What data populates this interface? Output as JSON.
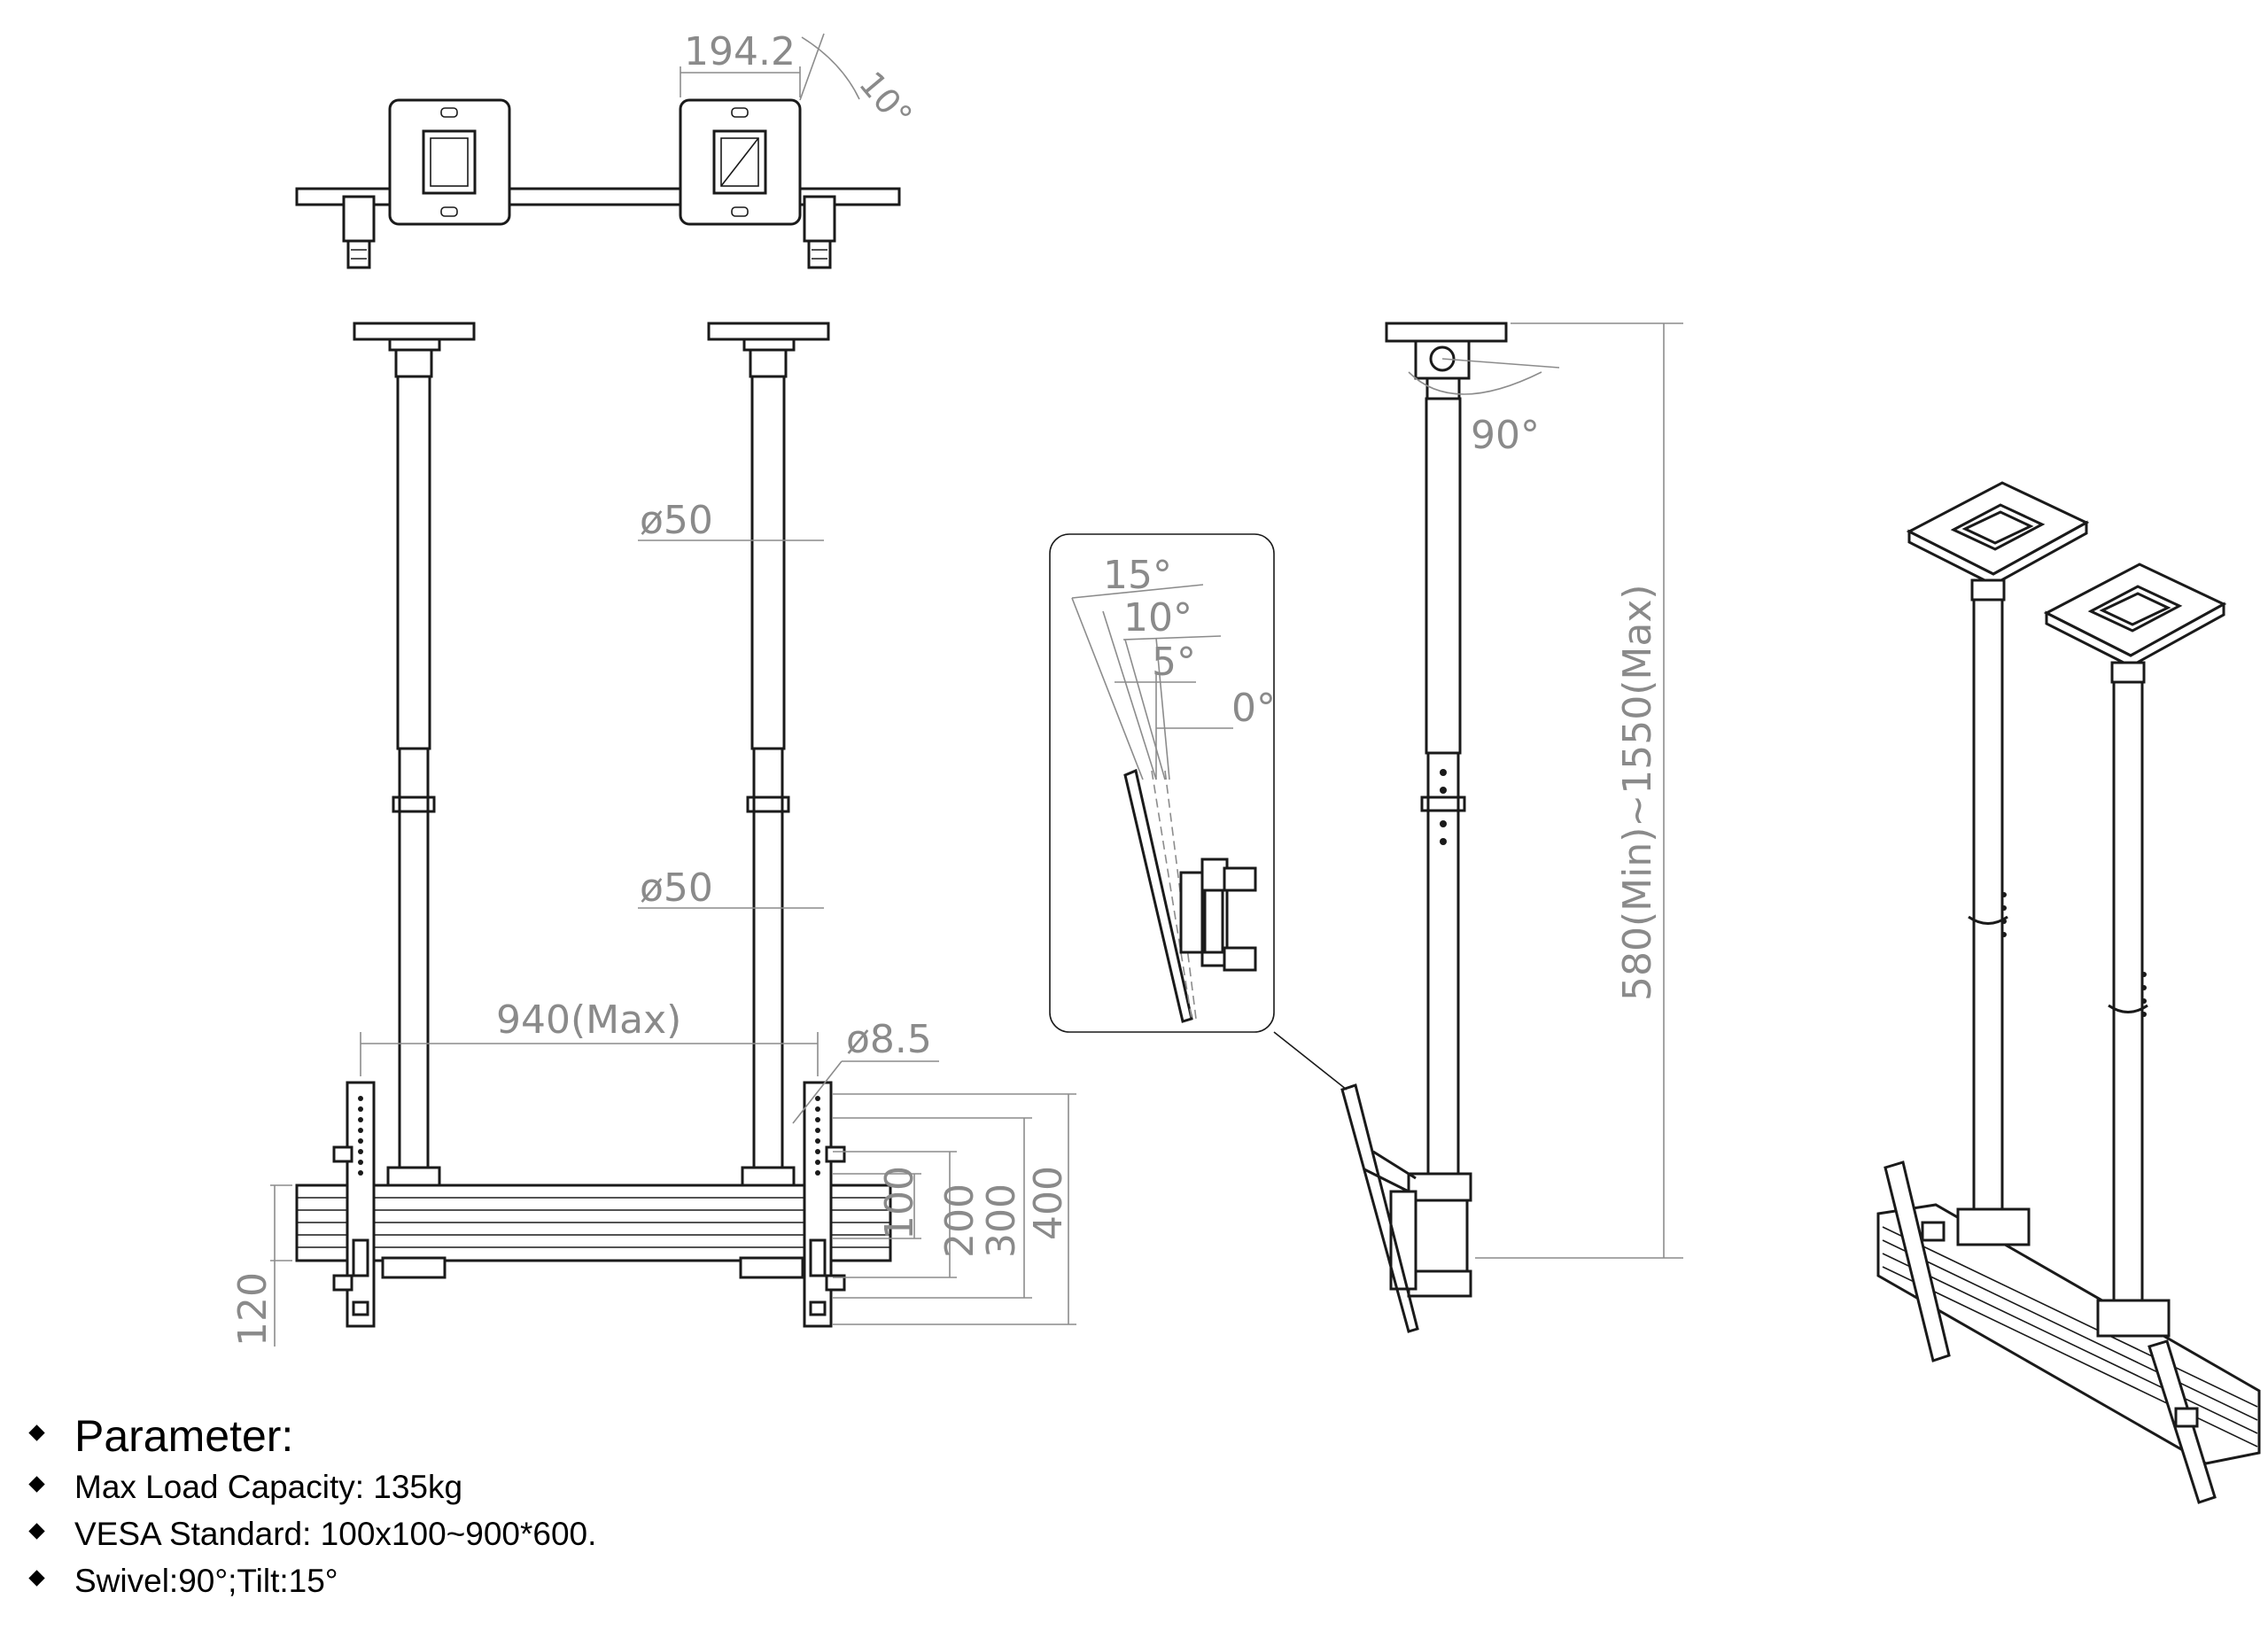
{
  "dimensions": {
    "plate_spacing": "194.2",
    "top_swivel": "10°",
    "pole_diameter_upper": "ø50",
    "pole_diameter_lower": "ø50",
    "max_width": "940(Max)",
    "hole_diameter": "ø8.5",
    "rail_height": "120",
    "hole_pitch_100": "100",
    "hole_pitch_200": "200",
    "hole_pitch_300": "300",
    "hole_pitch_400": "400",
    "swivel_angle": "90°",
    "height_range": "580(Min)~1550(Max)"
  },
  "tilt_detail": {
    "angles": [
      "15°",
      "10°",
      "5°",
      "0°"
    ]
  },
  "parameters": {
    "title": "Parameter:",
    "items": [
      "Max Load Capacity: 135kg",
      "VESA Standard: 100x100~900*600.",
      "Swivel:90°;Tilt:15°"
    ]
  },
  "colors": {
    "line": "#1a1a1a",
    "dimension": "#8c8c8c",
    "text": "#000000"
  }
}
